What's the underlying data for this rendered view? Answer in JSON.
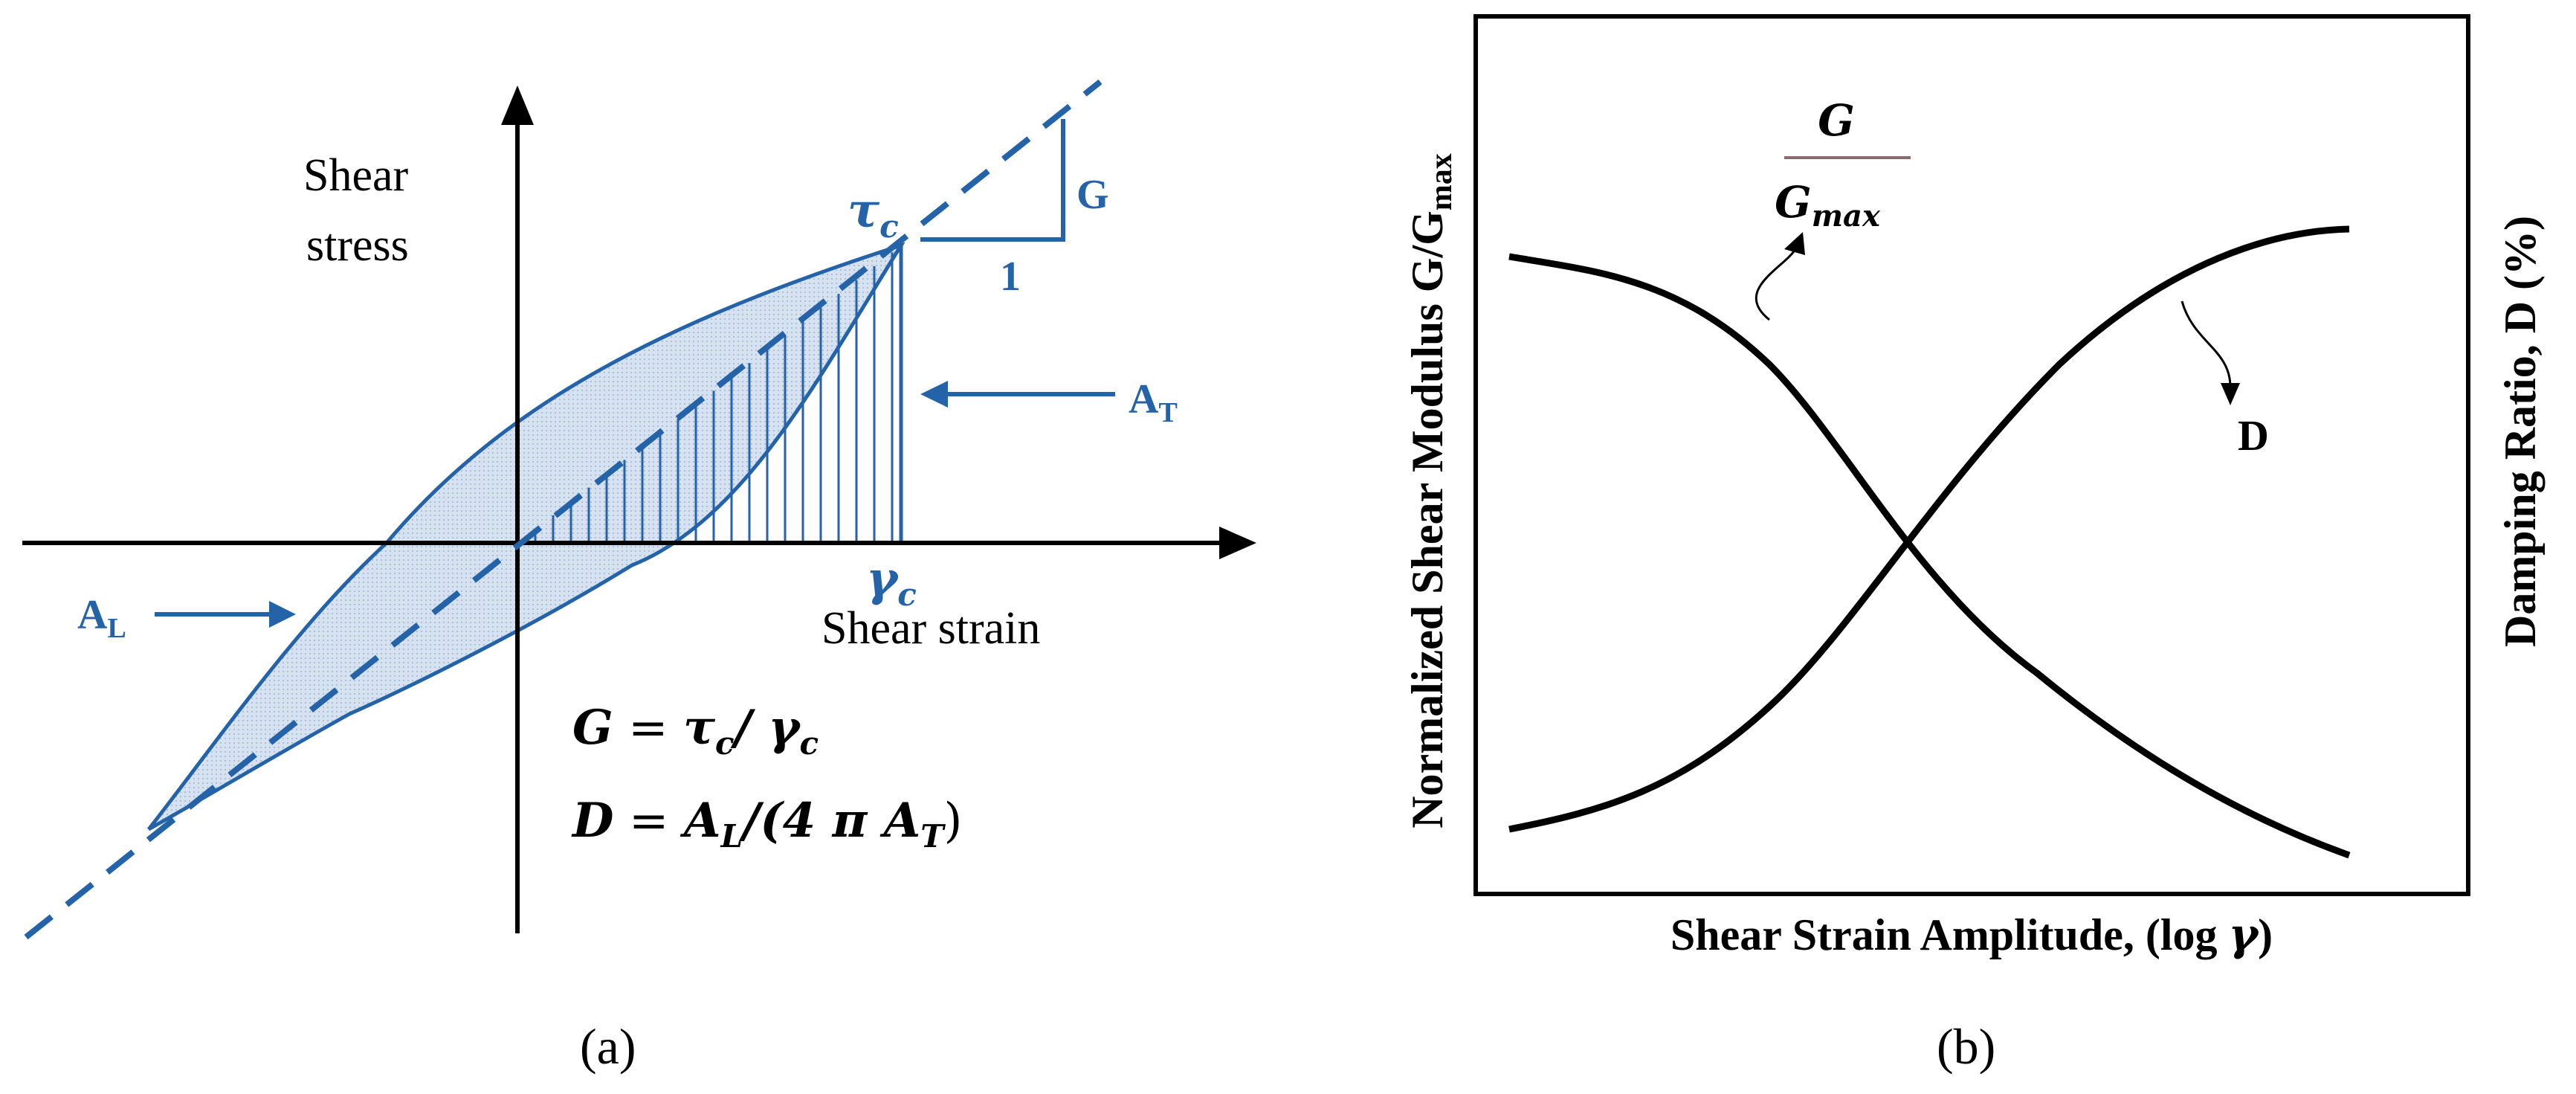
{
  "panel_a": {
    "caption": "(a)",
    "y_axis_label_line1": "Shear",
    "y_axis_label_line2": "stress",
    "x_axis_label": "Shear strain",
    "tau_c": {
      "main": "τ",
      "sub": "c"
    },
    "gamma_c": {
      "main": "γ",
      "sub": "c"
    },
    "slope_rise_label": "G",
    "slope_run_label": "1",
    "A_T": {
      "main": "A",
      "sub": "T"
    },
    "A_L": {
      "main": "A",
      "sub": "L"
    },
    "eq1": {
      "lhs": "G",
      "eq": " = ",
      "num": "τ",
      "num_sub": "c",
      "sep": "/ ",
      "den": "γ",
      "den_sub": "c"
    },
    "eq2": {
      "lhs": "D",
      "eq": " = ",
      "a": "A",
      "a_sub": "L",
      "mid": "/(4 ",
      "pi": "π",
      "b": "A",
      "b_sub": "T",
      "close": ")"
    },
    "color": "#2563a8"
  },
  "panel_b": {
    "caption": "(b)",
    "x_axis_label": "Shear Strain Amplitude, (log ",
    "x_axis_symbol": "γ",
    "x_axis_close": ")",
    "y_left_label": "Normalized Shear Modulus G/G",
    "y_left_sub": "max",
    "y_right_label": "Damping Ratio, D (%)",
    "curve1_label_num": "G",
    "curve1_label_den": "G",
    "curve1_label_den_sub": "max",
    "curve2_label": "D",
    "color": "#000000"
  }
}
